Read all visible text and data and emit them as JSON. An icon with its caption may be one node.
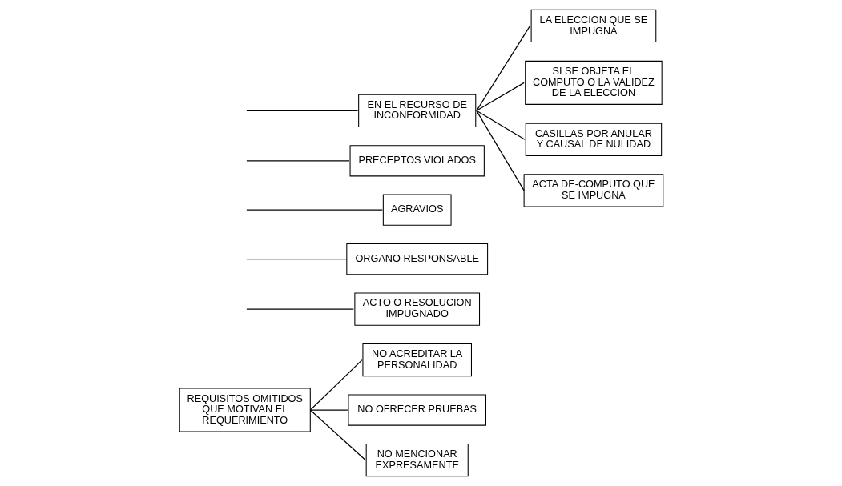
{
  "diagram": {
    "nodes": [
      {
        "text": [
          "REQUISITOS OMITIDOS QUE MOTIVAN EL REQUERIMIENTO"
        ]
      },
      {
        "text": [
          "NO ACREDITAR LA PERSONALIDAD"
        ]
      },
      {
        "text": [
          "NO OFRECER PRUEBAS"
        ]
      },
      {
        "text": [
          "NO MENCIONAR EXPRESAMENTE"
        ]
      },
      {
        "text": [
          "ACTO O RESOLUCION IMPUGNADO"
        ]
      },
      {
        "text": [
          "ORGANO RESPONSABLE"
        ]
      },
      {
        "text": [
          "AGRAVIOS"
        ]
      },
      {
        "text": [
          "PRECEPTOS VIOLADOS"
        ]
      },
      {
        "text": [
          "EN EL RECURSO DE INCONFORMIDAD"
        ]
      },
      {
        "text": [
          "LA ELECCION QUE SE IMPUGNA"
        ]
      },
      {
        "text": [
          "SI SE OBJETA EL COMPUTO O LA VALIDEZ DE LA ELECCION"
        ]
      },
      {
        "text": [
          "CASILLAS POR ANULAR Y CAUSAL DE NULIDAD"
        ]
      },
      {
        "text": [
          "ACTA DE-COMPUTO QUE SE IMPUGNA"
        ]
      }
    ],
    "edges": [
      {
        "from": 0,
        "to": 1,
        "arrow": "none"
      },
      {
        "from": 0,
        "to": 2,
        "arrow": "none"
      },
      {
        "from": 0,
        "to": 3,
        "arrow": "none"
      },
      {
        "from": null,
        "to": 4,
        "arrow": "none"
      },
      {
        "from": null,
        "to": 5,
        "arrow": "none"
      },
      {
        "from": null,
        "to": 6,
        "arrow": "none"
      },
      {
        "from": null,
        "to": 7,
        "arrow": "none"
      },
      {
        "from": null,
        "to": 8,
        "arrow": "none"
      },
      {
        "from": 8,
        "to": 9,
        "arrow": "none"
      },
      {
        "from": 8,
        "to": 10,
        "arrow": "none"
      },
      {
        "from": 8,
        "to": 11,
        "arrow": "none"
      },
      {
        "from": 8,
        "to": 12,
        "arrow": "none"
      }
    ]
  }
}
